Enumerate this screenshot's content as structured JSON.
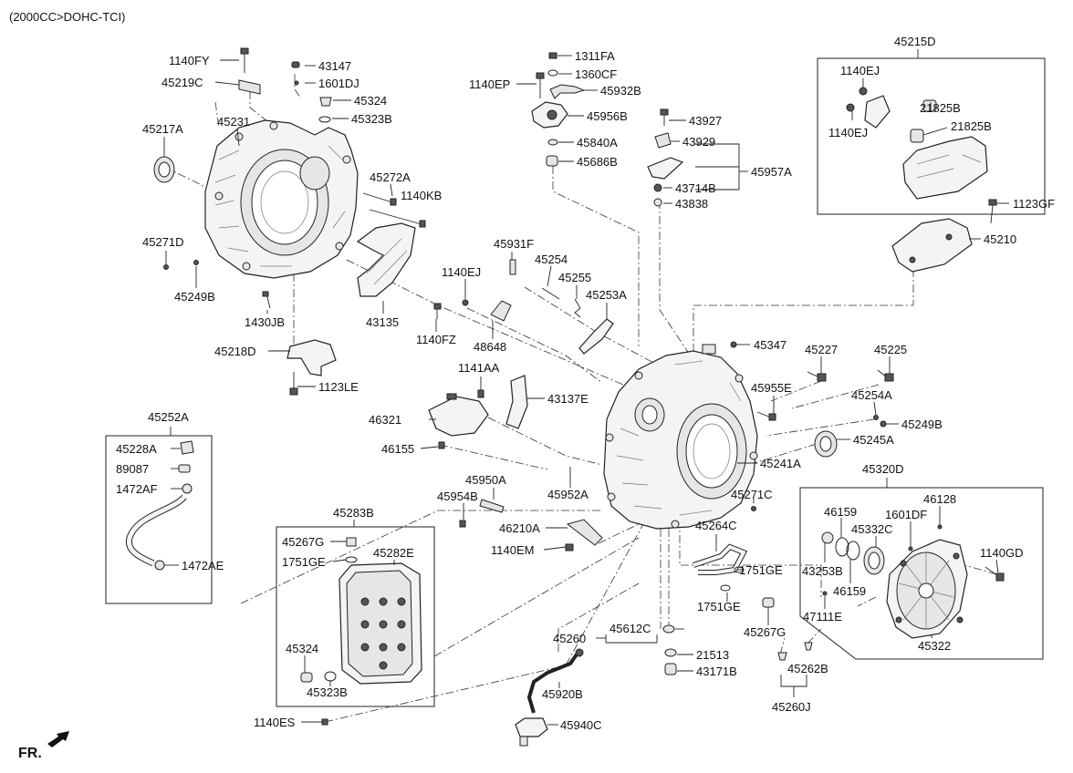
{
  "header": {
    "engine_code": "(2000CC>DOHC-TCI)"
  },
  "footer": {
    "front_label": "FR."
  },
  "labels": {
    "l1140FY": "1140FY",
    "l45219C": "45219C",
    "l43147": "43147",
    "l1601DJ": "1601DJ",
    "l45324a": "45324",
    "l45323Ba": "45323B",
    "l45217A": "45217A",
    "l45231": "45231",
    "l45272A": "45272A",
    "l1140KB": "1140KB",
    "l45271D": "45271D",
    "l45249Ba": "45249B",
    "l1430JB": "1430JB",
    "l43135": "43135",
    "l1140FZ": "1140FZ",
    "l45218D": "45218D",
    "l1123LE": "1123LE",
    "l1311FA": "1311FA",
    "l1360CF": "1360CF",
    "l1140EP": "1140EP",
    "l45932B": "45932B",
    "l45956B": "45956B",
    "l45840A": "45840A",
    "l45686B": "45686B",
    "l43927": "43927",
    "l43929": "43929",
    "l45957A": "45957A",
    "l43714B": "43714B",
    "l43838": "43838",
    "l45215D": "45215D",
    "l1140EJa": "1140EJ",
    "l21825Ba": "21825B",
    "l21825Bb": "21825B",
    "l1140EJb": "1140EJ",
    "l1123GF": "1123GF",
    "l45210": "45210",
    "l45931F": "45931F",
    "l45254a": "45254",
    "l45255": "45255",
    "l45253A": "45253A",
    "l1140EJc": "1140EJ",
    "l48648": "48648",
    "l45347": "45347",
    "l45227": "45227",
    "l45225": "45225",
    "l1141AA": "1141AA",
    "l43137E": "43137E",
    "l46321": "46321",
    "l46155": "46155",
    "l45955E": "45955E",
    "l45254A": "45254A",
    "l45249Bb": "45249B",
    "l45245A": "45245A",
    "l45241A": "45241A",
    "l45252A": "45252A",
    "l45228A": "45228A",
    "l89087": "89087",
    "l1472AF": "1472AF",
    "l1472AE": "1472AE",
    "l45950A": "45950A",
    "l45954B": "45954B",
    "l45952A": "45952A",
    "l46210A": "46210A",
    "l1140EM": "1140EM",
    "l45271C": "45271C",
    "l45264C": "45264C",
    "l45320D": "45320D",
    "l46159a": "46159",
    "l1601DF": "1601DF",
    "l46128": "46128",
    "l45332C": "45332C",
    "l1140GD": "1140GD",
    "l43253B": "43253B",
    "l46159b": "46159",
    "l47111E": "47111E",
    "l45322": "45322",
    "l1751GEa": "1751GE",
    "l1751GEb": "1751GE",
    "l45267Ga": "45267G",
    "l45283B": "45283B",
    "l45267Gb": "45267G",
    "l45282E": "45282E",
    "l1751GEc": "1751GE",
    "l45324b": "45324",
    "l45323Bb": "45323B",
    "l1140ES": "1140ES",
    "l45260": "45260",
    "l45612C": "45612C",
    "l21513": "21513",
    "l43171B": "43171B",
    "l45920B": "45920B",
    "l45940C": "45940C",
    "l45262B": "45262B",
    "l45260J": "45260J"
  }
}
